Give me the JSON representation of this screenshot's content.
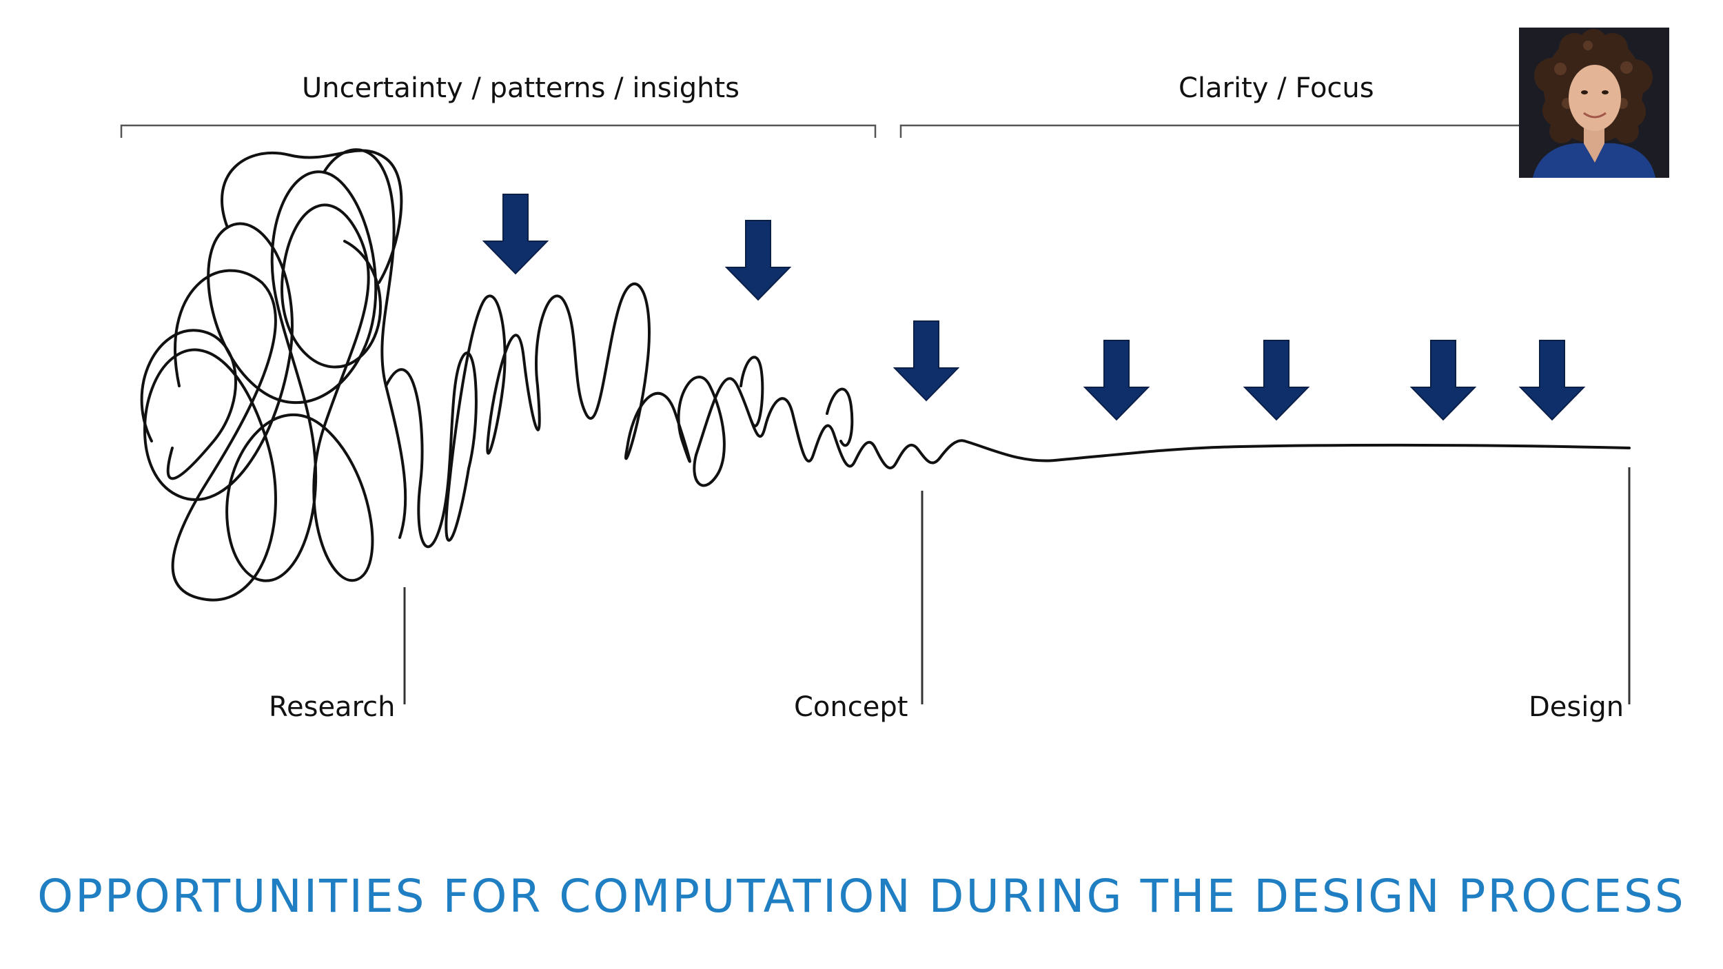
{
  "slide": {
    "title": "OPPORTUNITIES FOR COMPUTATION DURING THE DESIGN PROCESS",
    "title_color": "#1f7fc2"
  },
  "diagram": {
    "brackets": [
      {
        "label": "Uncertainty / patterns / insights"
      },
      {
        "label": "Clarity / Focus"
      }
    ],
    "stages": [
      {
        "label": "Research"
      },
      {
        "label": "Concept"
      },
      {
        "label": "Design"
      }
    ],
    "opportunity_marker": {
      "icon": "down-arrow-icon",
      "count": 7,
      "color": "#0f2f6b"
    },
    "line_color": "#111111"
  },
  "speaker": {
    "icon": "speaker-photo",
    "background": "#1c1c24",
    "clothing_color": "#1e3f8a"
  }
}
